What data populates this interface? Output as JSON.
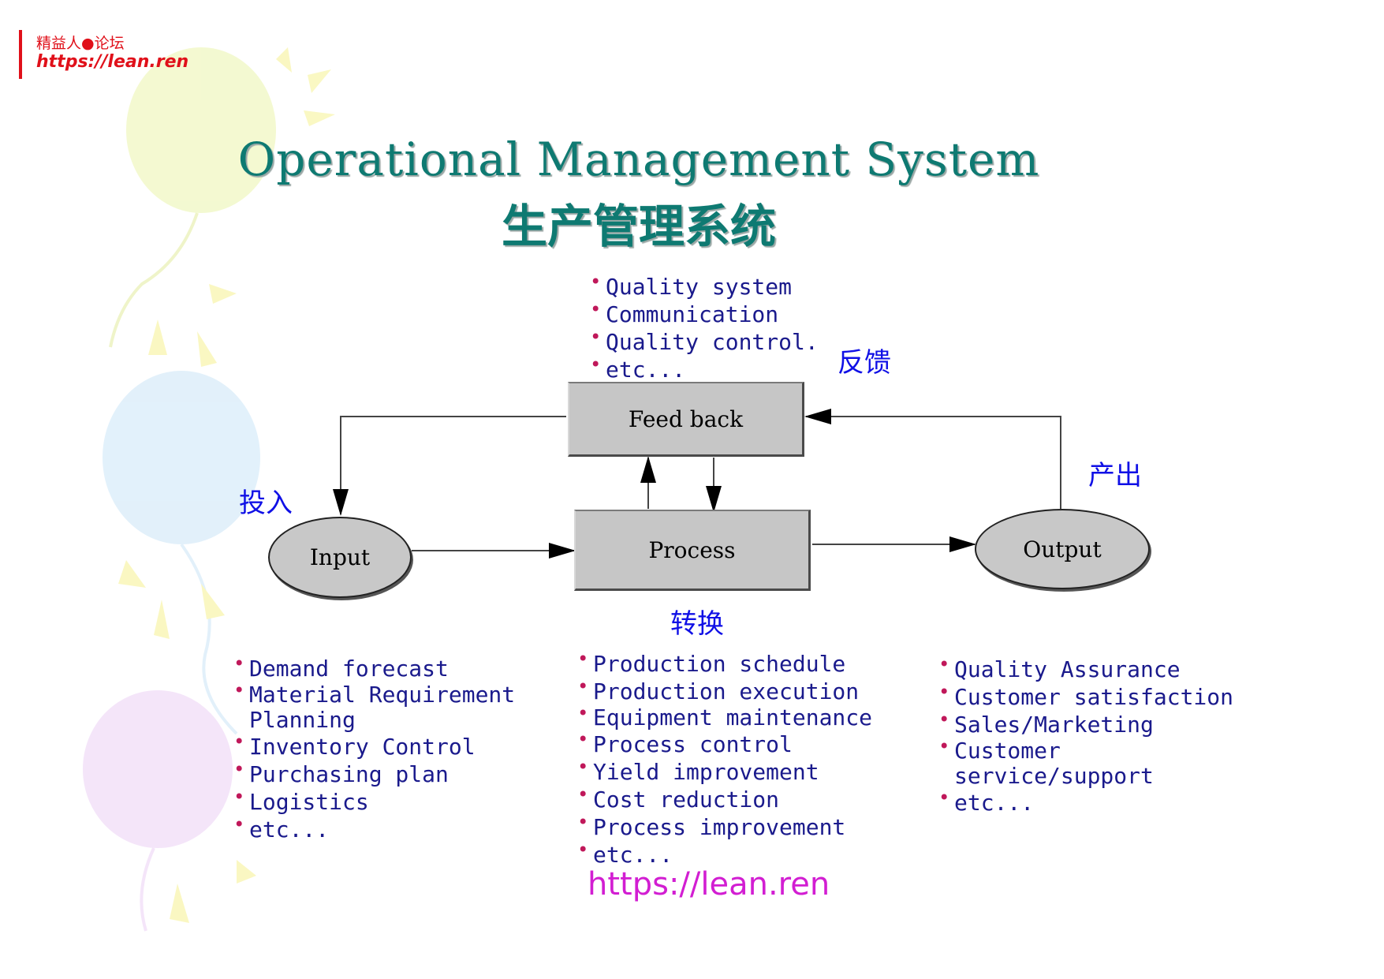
{
  "logo": {
    "cn": "精益人●论坛",
    "url": "https://lean.ren"
  },
  "title": {
    "en": "Operational Management System",
    "cn": "生产管理系统"
  },
  "labels": {
    "feedback_cn": "反馈",
    "input_cn": "投入",
    "output_cn": "产出",
    "process_cn": "转换"
  },
  "nodes": {
    "feedback": "Feed back",
    "process": "Process",
    "input": "Input",
    "output": "Output"
  },
  "lists": {
    "feedback": [
      "Quality system",
      "Communication",
      "Quality control.",
      "etc..."
    ],
    "input": [
      "Demand forecast",
      "Material Requirement Planning",
      "Inventory Control",
      "Purchasing plan",
      "Logistics",
      "etc..."
    ],
    "process": [
      "Production schedule",
      "Production execution",
      "Equipment maintenance",
      "Process control",
      "Yield improvement",
      "Cost reduction",
      "Process improvement",
      "etc..."
    ],
    "output": [
      "Quality Assurance",
      "Customer satisfaction",
      "Sales/Marketing",
      "Customer service/support",
      "etc..."
    ]
  },
  "watermark": "https://lean.ren",
  "colors": {
    "title": "#0e7a72",
    "cn_label": "#1010e6",
    "list_text": "#1a1a8c",
    "bullet": "#c0185a",
    "logo": "#e0101a",
    "watermark": "#d21ed2"
  }
}
